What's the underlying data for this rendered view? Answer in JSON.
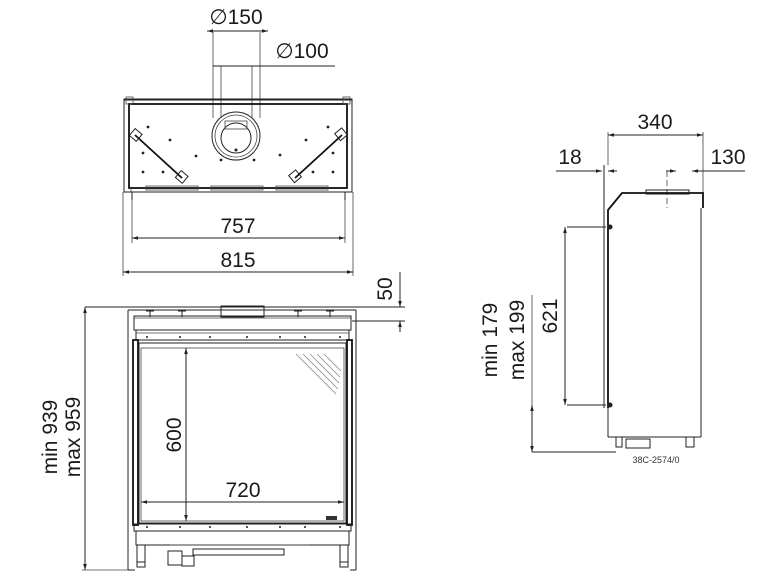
{
  "drawing": {
    "type": "technical-dimension-drawing",
    "subject": "built-in gas fireplace",
    "units": "mm",
    "reference": "38C-2574/0",
    "top_view": {
      "flue_outer_diameter": "∅150",
      "flue_inner_diameter": "∅100",
      "inner_width": "757",
      "outer_width": "815"
    },
    "front_view": {
      "top_offset": "50",
      "glass_height": "600",
      "glass_width": "720",
      "total_height_min": "min 939",
      "total_height_max": "max 959"
    },
    "side_view": {
      "depth": "340",
      "front_offset": "18",
      "flue_center_from_back": "130",
      "glass_height": "621",
      "bottom_height_min": "min 179",
      "bottom_height_max": "max 199"
    }
  }
}
